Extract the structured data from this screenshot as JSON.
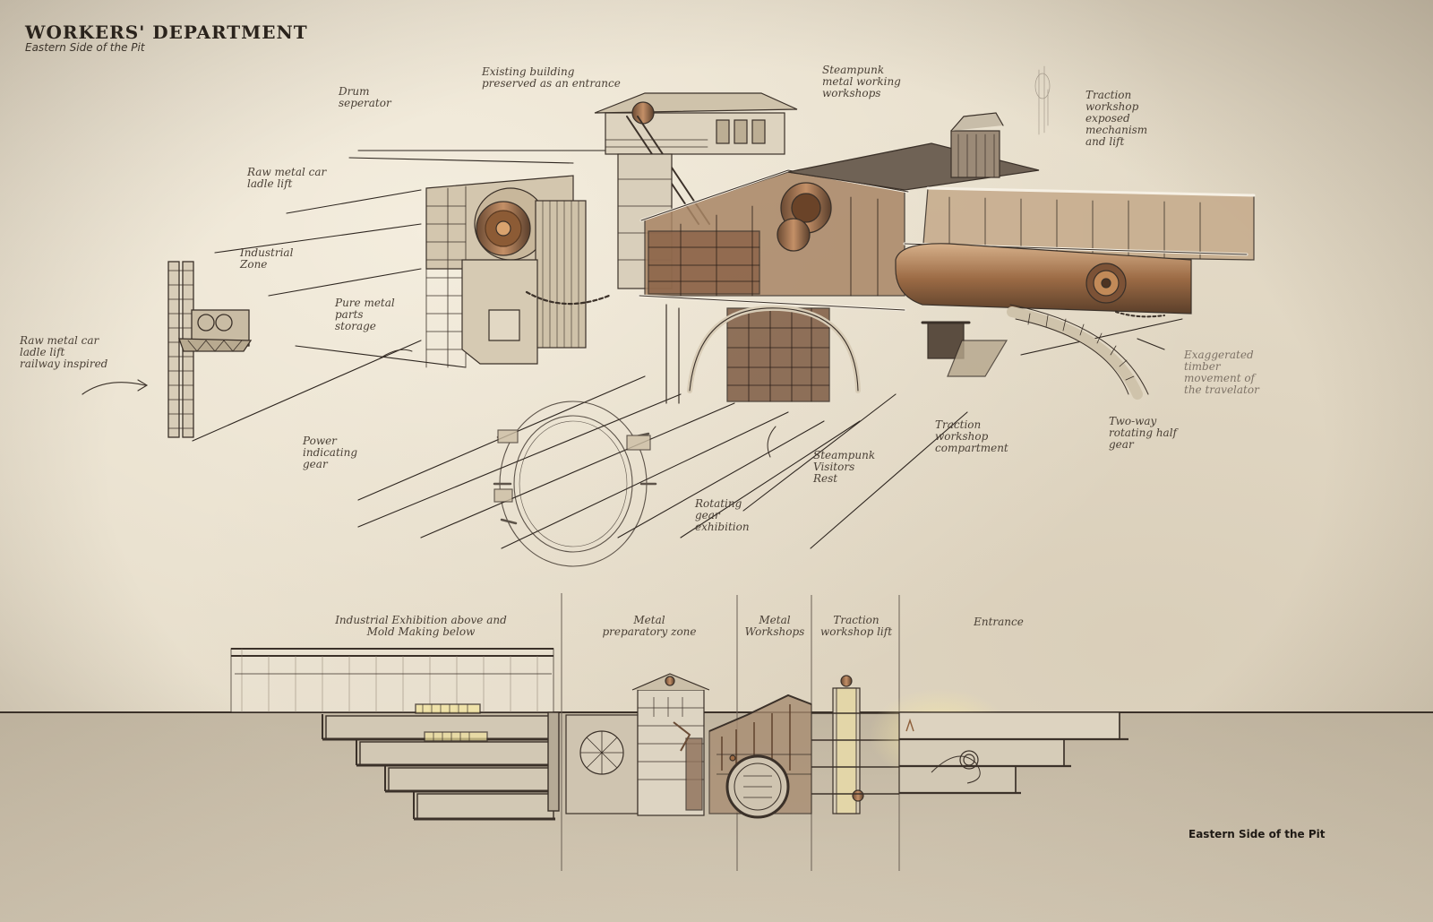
{
  "header": {
    "title": "WORKERS' DEPARTMENT",
    "subtitle": "Eastern Side of the Pit"
  },
  "section_caption": "Eastern Side of the Pit",
  "annotations": {
    "drum_separator": "Drum\nseperator",
    "existing_building": "Existing building\npreserved as an entrance",
    "steampunk_workshops": "Steampunk\nmetal working\nworkshops",
    "traction_workshop": "Traction\nworkshop\nexposed\nmechanism\nand lift",
    "raw_metal_ladle_lift": "Raw metal car\nladle lift",
    "industrial_zone": "Industrial\nZone",
    "pure_metal_storage": "Pure metal\nparts\nstorage",
    "raw_metal_railway": "Raw metal car\nladle lift\nrailway inspired",
    "power_gear": "Power\nindicating\ngear",
    "visitors_rest": "Steampunk\nVisitors\nRest",
    "rotating_gear": "Rotating\ngear\nexhibition",
    "traction_compartment": "Traction\nworkshop\ncompartment",
    "two_way_gear": "Two-way\nrotating half\ngear",
    "exaggerated_movement": "Exaggerated\ntimber\nmovement of\nthe travelator"
  },
  "section_zones": {
    "industrial": "Industrial Exhibition above and\nMold Making below",
    "metal_prep": "Metal\npreparatory zone",
    "metal_workshops": "Metal\nWorkshops",
    "traction_lift": "Traction\nworkshop lift",
    "entrance": "Entrance"
  },
  "colors": {
    "paper": "#e6ddca",
    "ink": "#3b3129",
    "ground": "#b9ad98",
    "copper": "#a86a3a",
    "glow": "#f1e3a0"
  }
}
